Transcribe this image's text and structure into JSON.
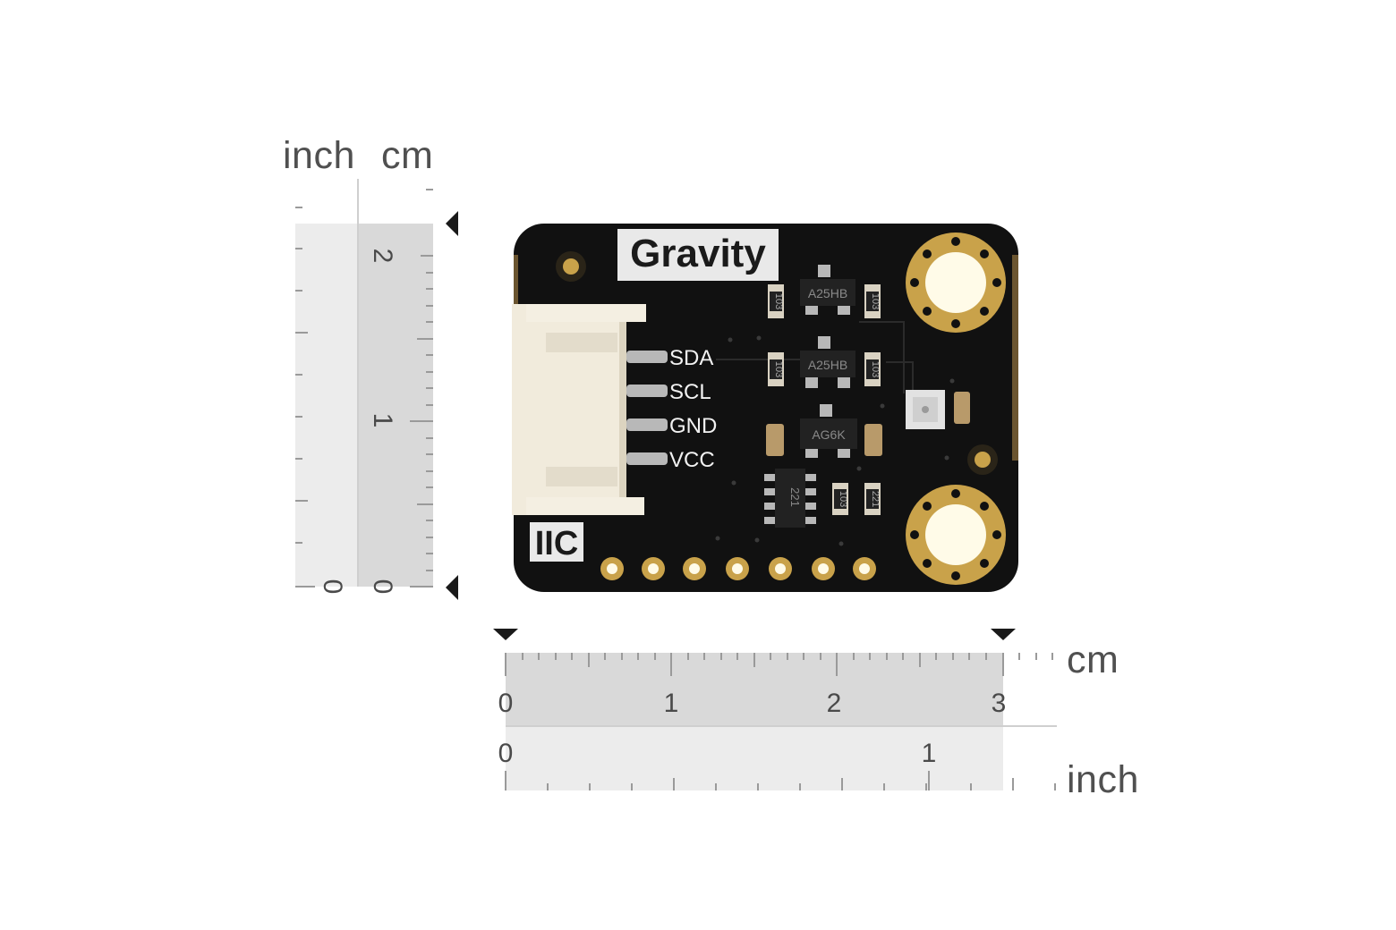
{
  "vertical_ruler": {
    "inch_label": "inch",
    "cm_label": "cm",
    "inch_ticks": [
      "0"
    ],
    "cm_ticks": [
      "0",
      "1",
      "2"
    ]
  },
  "horizontal_ruler": {
    "cm_label": "cm",
    "inch_label": "inch",
    "cm_ticks": [
      "0",
      "1",
      "2",
      "3"
    ],
    "inch_ticks": [
      "0",
      "1"
    ]
  },
  "board": {
    "brand": "Gravity",
    "bus_label": "IIC",
    "pins": [
      "SDA",
      "SCL",
      "GND",
      "VCC"
    ],
    "chip_markings": [
      "A25HB",
      "A25HB",
      "AG6K",
      "221"
    ],
    "resistor_markings": [
      "103",
      "103",
      "103",
      "103",
      "103",
      "221"
    ],
    "colors": {
      "pcb": "#111111",
      "gold": "#c9a24a",
      "connector": "#f1ebdc",
      "ruler_fill": "#e6e6e6",
      "ruler_dark": "#d6d6d6",
      "marker": "#1a1a1a"
    }
  }
}
